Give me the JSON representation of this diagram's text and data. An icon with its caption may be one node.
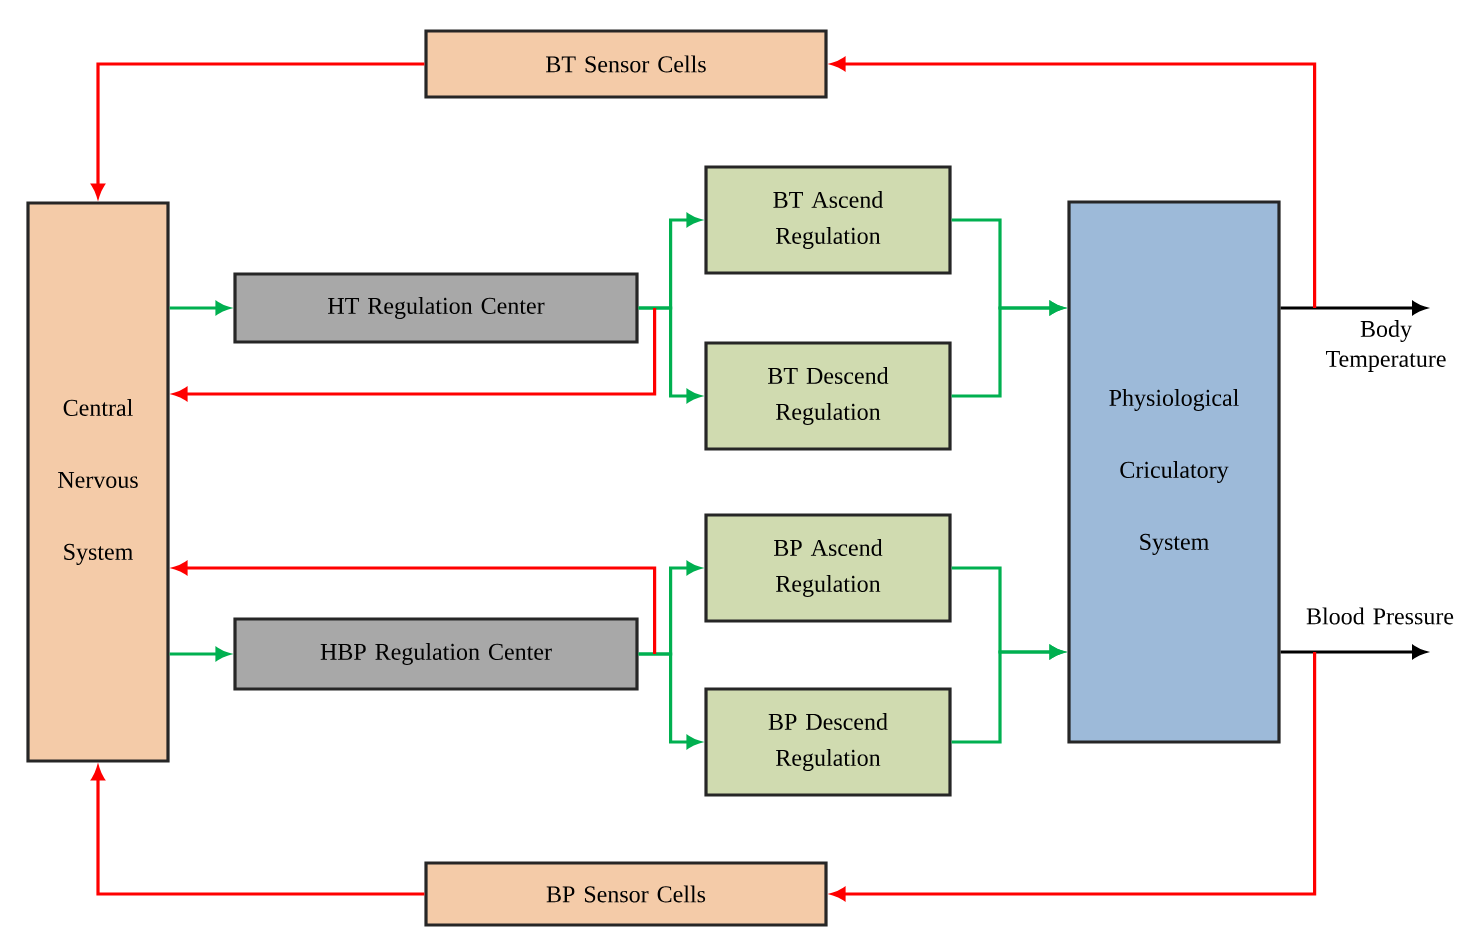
{
  "diagram": {
    "nodes": [
      {
        "text": [
          "BT Sensor Cells"
        ]
      },
      {
        "text": [
          "Central Nervous System"
        ]
      },
      {
        "text": [
          "HT Regulation Center"
        ]
      },
      {
        "text": [
          "BT Ascend Regulation"
        ]
      },
      {
        "text": [
          "BT Descend Regulation"
        ]
      },
      {
        "text": [
          "Physiological Criculatory System"
        ]
      },
      {
        "text": [
          "HBP Regulation Center"
        ]
      },
      {
        "text": [
          "BP Ascend Regulation"
        ]
      },
      {
        "text": [
          "BP Descend Regulation"
        ]
      },
      {
        "text": [
          "BP Sensor Cells"
        ]
      }
    ],
    "edges": [
      {
        "from": 0,
        "to": 1,
        "arrow": "to",
        "color": "#ff0000"
      },
      {
        "from": 1,
        "to": 2,
        "arrow": "to"
      },
      {
        "from": 2,
        "to": 3,
        "arrow": "to"
      },
      {
        "from": 2,
        "to": 4,
        "arrow": "to"
      },
      {
        "from": 2,
        "to": 1,
        "arrow": "to",
        "color": "#ff0000"
      },
      {
        "from": 3,
        "to": 5,
        "arrow": "to"
      },
      {
        "from": 4,
        "to": 5,
        "arrow": "to"
      },
      {
        "from": 5,
        "to": null,
        "arrow": "to",
        "label": "Body Temperature",
        "color": "#000000"
      },
      {
        "from": 5,
        "to": 0,
        "arrow": "to",
        "color": "#ff0000"
      },
      {
        "from": 1,
        "to": 6,
        "arrow": "to"
      },
      {
        "from": 6,
        "to": 7,
        "arrow": "to"
      },
      {
        "from": 6,
        "to": 8,
        "arrow": "to"
      },
      {
        "from": 6,
        "to": 1,
        "arrow": "to",
        "color": "#ff0000"
      },
      {
        "from": 7,
        "to": 5,
        "arrow": "to"
      },
      {
        "from": 8,
        "to": 5,
        "arrow": "to"
      },
      {
        "from": 5,
        "to": null,
        "arrow": "to",
        "label": "Blood Pressure",
        "color": "#000000"
      },
      {
        "from": 5,
        "to": 9,
        "arrow": "to",
        "color": "#ff0000"
      },
      {
        "from": 9,
        "to": 1,
        "arrow": "to",
        "color": "#ff0000"
      }
    ]
  }
}
